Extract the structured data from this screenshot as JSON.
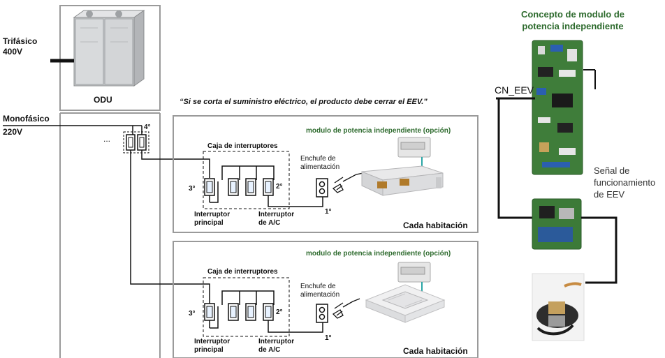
{
  "power": {
    "three_phase_label": "Trifásico",
    "three_phase_voltage": "400V",
    "single_phase_label": "Monofásico",
    "single_phase_voltage": "220V"
  },
  "odu": {
    "label": "ODU"
  },
  "quote": "“Si se corta el suministro eléctrico, el producto debe cerrar el EEV.”",
  "breaker_marks": {
    "ellipsis": "...",
    "fourth": "4°"
  },
  "rooms": [
    {
      "module_label": "modulo de potencia independiente (opción)",
      "switch_box_label": "Caja de interruptores",
      "third": "3°",
      "second": "2°",
      "first": "1°",
      "plug_label": "Enchufe de alimentación",
      "main_switch_label": "Interruptor principal",
      "ac_switch_label": "Interruptor de A/C",
      "room_label": "Cada habitación",
      "indoor_unit": "duct-unit-image"
    },
    {
      "module_label": "modulo de potencia independiente (opción)",
      "switch_box_label": "Caja de interruptores",
      "third": "3°",
      "second": "2°",
      "first": "1°",
      "plug_label": "Enchufe de alimentación",
      "main_switch_label": "Interruptor principal",
      "ac_switch_label": "Interruptor de A/C",
      "room_label": "Cada habitación",
      "indoor_unit": "cassette-unit-image"
    }
  ],
  "right_panel": {
    "title": "Concepto de modulo de potencia independiente",
    "cn_eev": "CN_EEV",
    "signal_label": "Señal de funcionamiento de EEV"
  }
}
